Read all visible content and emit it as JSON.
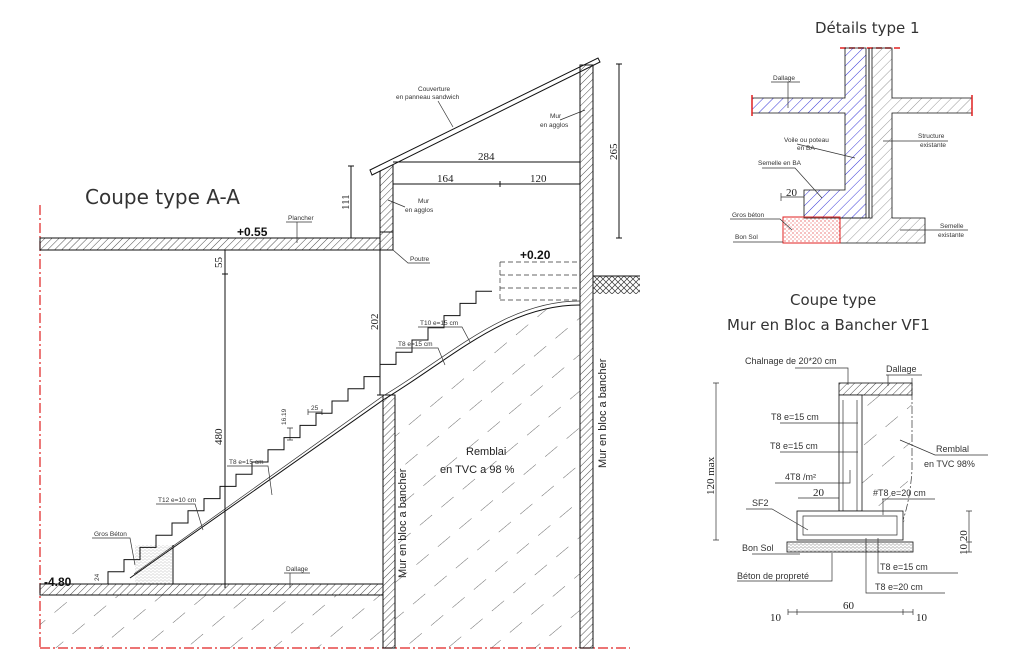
{
  "section_aa": {
    "title": "Coupe type A-A",
    "level_top": "+0.55",
    "level_stair_top": "+0.20",
    "level_bottom": "-4.80",
    "labels": {
      "plancher": "Plancher",
      "couverture_1": "Couverture",
      "couverture_2": "en panneau sandwich",
      "mur_agglos_right_1": "Mur",
      "mur_agglos_right_2": "en agglos",
      "mur_agglos_left_1": "Mur",
      "mur_agglos_left_2": "en agglos",
      "poutre": "Poutre",
      "t10": "T10 e=15 cm",
      "t8_upper": "T8 e=15 cm",
      "t8_lower": "T8 e=15 cm",
      "t12": "T12 e=10 cm",
      "gros_beton": "Gros Béton",
      "dallage": "Dallage",
      "remblai_1": "Remblai",
      "remblai_2": "en TVC a 98 %",
      "mur_bloc_1": "Mur en bloc a bancher",
      "mur_bloc_2": "Mur en bloc a bancher"
    },
    "dimensions": {
      "d284": "284",
      "d164": "164",
      "d120": "120",
      "d111": "111",
      "d265": "265",
      "d55": "55",
      "d202": "202",
      "d480": "480",
      "d25": "25",
      "d16": "16.19",
      "d24": "24"
    }
  },
  "detail_type1": {
    "title": "Détails  type 1",
    "labels": {
      "dallage": "Dallage",
      "voile_1": "Voile ou poteau",
      "voile_2": "en BA",
      "semelle_ba": "Semelle en BA",
      "structure_1": "Structure",
      "structure_2": "existante",
      "gros_beton": "Gros béton",
      "bon_sol": "Bon Sol",
      "semelle_ex_1": "Semelle",
      "semelle_ex_2": "existante"
    },
    "dim_20": "20",
    "colors": {
      "new_hatch": "#3a3ad8",
      "existing_hatch": "#999999",
      "gros_beton": "#e02020"
    }
  },
  "coupe_vf1": {
    "title_1": "Coupe type",
    "title_2": "Mur  en Bloc a Bancher  VF1",
    "labels": {
      "chainage": "Chalnage de 20*20 cm",
      "dallage": "Dallage",
      "t8_a": "T8 e=15 cm",
      "t8_b": "T8 e=15 cm",
      "t8_m2": "4T8 /m²",
      "t8_20": "#T8 e=20 cm",
      "sf2": "SF2",
      "remblai_1": "Remblal",
      "remblai_2": "en TVC 98%",
      "bon_sol": "Bon Sol",
      "beton_proprete": "Béton de propreté",
      "t8_c": "T8 e=15 cm",
      "t8_d": "T8 e=20 cm"
    },
    "dimensions": {
      "d120max": "120 max",
      "d20": "20",
      "d10_20": "10  20",
      "d60": "60",
      "d10_left": "10",
      "d10_right": "10"
    }
  }
}
